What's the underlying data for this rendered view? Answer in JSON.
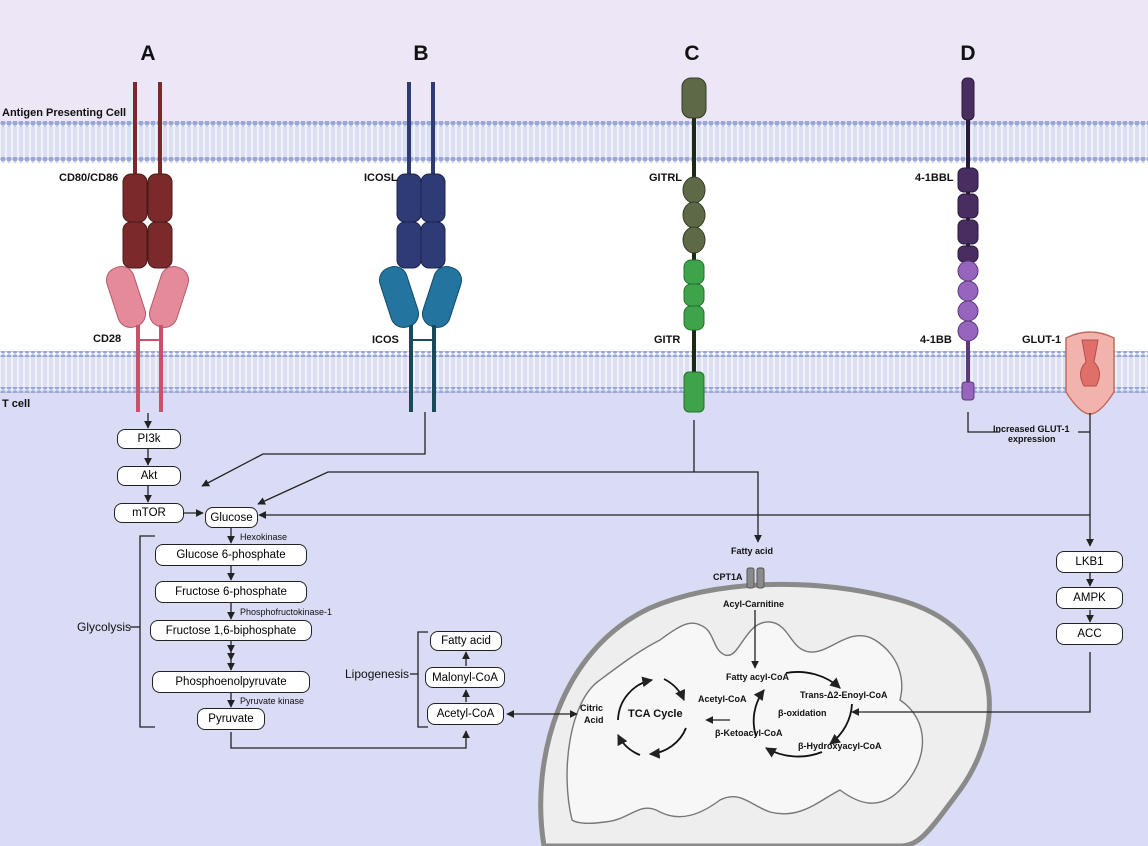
{
  "panels": {
    "a": "A",
    "b": "B",
    "c": "C",
    "d": "D"
  },
  "membranes": {
    "apc": "Antigen Presenting Cell",
    "tcell": "T cell"
  },
  "ligands": {
    "cd80": "CD80/CD86",
    "icosl": "ICOSL",
    "gitrl": "GITRL",
    "bbl": "4-1BBL"
  },
  "receptors": {
    "cd28": "CD28",
    "icos": "ICOS",
    "gitr": "GITR",
    "bb": "4-1BB",
    "glut1": "GLUT-1"
  },
  "notes": {
    "glut_expression_line1": "Increased GLUT-1",
    "glut_expression_line2": "expression"
  },
  "signaling": {
    "pi3k": "PI3k",
    "akt": "Akt",
    "mtor": "mTOR",
    "glucose": "Glucose"
  },
  "glycolysis": {
    "label": "Glycolysis",
    "steps": [
      "Glucose 6-phosphate",
      "Fructose 6-phosphate",
      "Fructose 1,6-biphosphate",
      "Phosphoenolpyruvate",
      "Pyruvate"
    ],
    "enzymes": {
      "hexokinase": "Hexokinase",
      "pfk": "Phosphofructokinase-1",
      "pk": "Pyruvate kinase"
    }
  },
  "lipogenesis": {
    "label": "Lipogenesis",
    "steps": [
      "Fatty acid",
      "Malonyl-CoA",
      "Acetyl-CoA"
    ]
  },
  "ampk_path": [
    "LKB1",
    "AMPK",
    "ACC"
  ],
  "mitochondrion": {
    "fatty_acid": "Fatty acid",
    "transporter": "CPT1A",
    "acyl_carnitine": "Acyl-Carnitine",
    "tca": "TCA Cycle",
    "citric_acid_line1": "Citric",
    "citric_acid_line2": "Acid",
    "acetyl_coa": "Acetyl-CoA",
    "fatty_acyl_coa": "Fatty acyl-CoA",
    "trans_enoyl": "Trans-Δ2-Enoyl-CoA",
    "beta_oxidation": "β-oxidation",
    "ketoacyl": "β-Ketoacyl-CoA",
    "hydroxyacyl": "β-Hydroxyacyl-CoA"
  },
  "colors": {
    "background": "#d9dcf4",
    "apc_region": "#ece6f6",
    "membrane_heads": "#9aa6d6",
    "cd80": "#7a2a2b",
    "cd28": "#e58a9a",
    "icosl": "#2e3b74",
    "icos": "#2474a0",
    "gitrl": "#5e6a47",
    "gitr": "#3ea34a",
    "bbl": "#4a2d60",
    "bb": "#9765bd",
    "glut1": "#f3b3ad"
  }
}
